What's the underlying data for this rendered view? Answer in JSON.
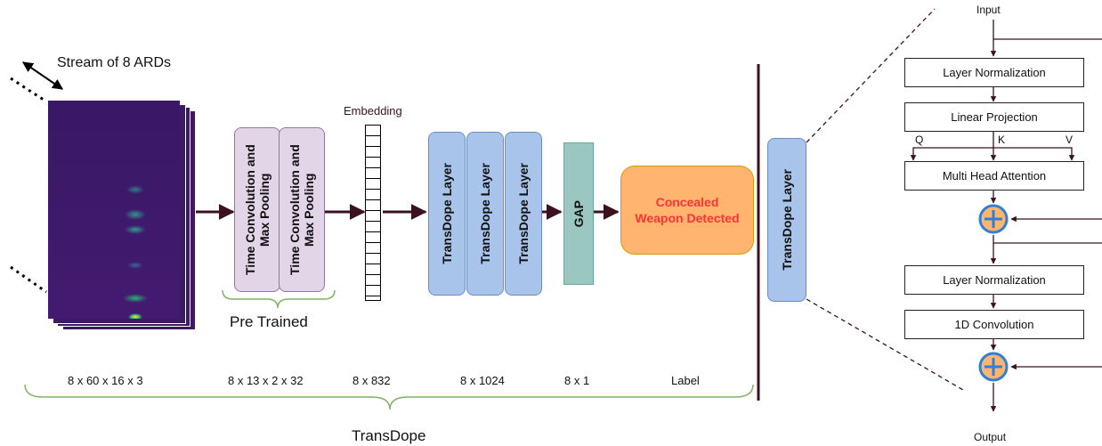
{
  "stream_label": "Stream of 8 ARDs",
  "pretrained": {
    "block1": "Time Convolution and Max Pooling",
    "block2": "Time Convolution and Max Pooling",
    "caption": "Pre Trained"
  },
  "embedding_label": "Embedding",
  "transdope_layers": [
    "TransDope Layer",
    "TransDope Layer",
    "TransDope Layer"
  ],
  "gap_label": "GAP",
  "output_label": "Concealed Weapon Detected",
  "expanded_layer_label": "TransDope Layer",
  "shapes": [
    "8 x 60 x 16 x 3",
    "8 x 13 x 2 x 32",
    "8 x 832",
    "8 x 1024",
    "8 x 1",
    "Label"
  ],
  "model_name": "TransDope",
  "detail": {
    "input": "Input",
    "layer_norm_1": "Layer Normalization",
    "linear_projection": "Linear Projection",
    "q": "Q",
    "k": "K",
    "v": "V",
    "mha": "Multi Head Attention",
    "layer_norm_2": "Layer Normalization",
    "conv1d": "1D Convolution",
    "output": "Output"
  },
  "colors": {
    "arrow": "#3b1020",
    "heatmap_bg": "#3d1a63",
    "pretrained_fill": "#e1d5e7",
    "pretrained_stroke": "#9673a6",
    "transdope_fill": "#a9c4eb",
    "transdope_stroke": "#6c8ebf",
    "gap_fill": "#9ac7bf",
    "gap_stroke": "#67ab9f",
    "output_fill": "#ffb570",
    "output_stroke": "#d79b00",
    "output_text": "#ff3333",
    "brace": "#82b366",
    "adder_fill": "#ffb570",
    "adder_stroke": "#2f7fd6"
  }
}
